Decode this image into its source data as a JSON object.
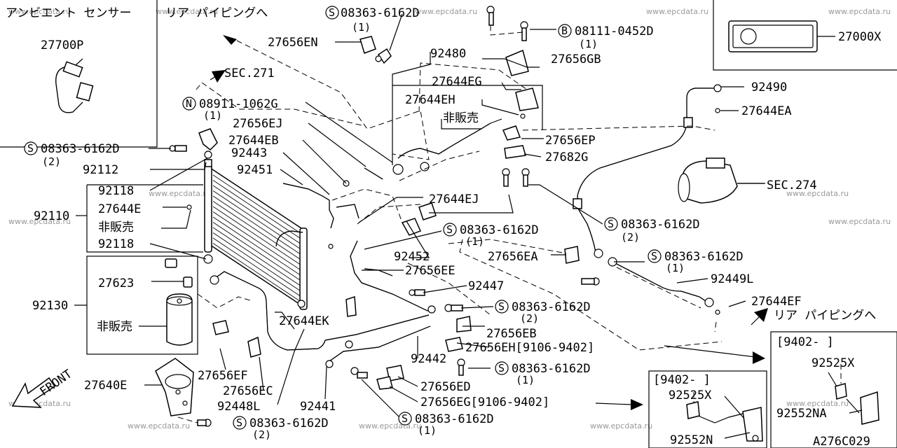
{
  "diagram": {
    "drawing_no": "A276C029",
    "watermark": "www.epcdata.ru",
    "front_label": "FRONT",
    "callouts": [
      {
        "id": "sensor_title",
        "text": "アンビエント センサー"
      },
      {
        "id": "27700P",
        "text": "27700P"
      },
      {
        "id": "rear_piping_top",
        "text": "リア パイピングへ"
      },
      {
        "id": "08363a",
        "prefix": "S",
        "text": "08363-6162D",
        "qty": "(1)"
      },
      {
        "id": "27656EN",
        "text": "27656EN"
      },
      {
        "id": "08111",
        "prefix": "B",
        "text": "08111-0452D",
        "qty": "(1)"
      },
      {
        "id": "27000X",
        "text": "27000X"
      },
      {
        "id": "92480",
        "text": "92480"
      },
      {
        "id": "27656GB",
        "text": "27656GB"
      },
      {
        "id": "sec271",
        "text": "SEC.271"
      },
      {
        "id": "27644EG",
        "text": "27644EG"
      },
      {
        "id": "92490",
        "text": "92490"
      },
      {
        "id": "08911",
        "prefix": "N",
        "text": "08911-1062G",
        "qty": "(1)"
      },
      {
        "id": "27644EH",
        "text": "27644EH"
      },
      {
        "id": "hihanbai_top",
        "text": "非販売"
      },
      {
        "id": "27644EA",
        "text": "27644EA"
      },
      {
        "id": "27656EJ",
        "text": "27656EJ"
      },
      {
        "id": "27656EP",
        "text": "27656EP"
      },
      {
        "id": "27644EB",
        "text": "27644EB"
      },
      {
        "id": "08363b",
        "prefix": "S",
        "text": "08363-6162D",
        "qty": "(2)"
      },
      {
        "id": "92443",
        "text": "92443"
      },
      {
        "id": "27682G",
        "text": "27682G"
      },
      {
        "id": "92112",
        "text": "92112"
      },
      {
        "id": "92451",
        "text": "92451"
      },
      {
        "id": "sec274",
        "text": "SEC.274"
      },
      {
        "id": "92118a",
        "text": "92118"
      },
      {
        "id": "27644EJ",
        "text": "27644EJ"
      },
      {
        "id": "27644E",
        "text": "27644E"
      },
      {
        "id": "92110",
        "text": "92110"
      },
      {
        "id": "08363c",
        "prefix": "S",
        "text": "08363-6162D",
        "qty": "(2)"
      },
      {
        "id": "hihanbai_mid",
        "text": "非販売"
      },
      {
        "id": "08363d",
        "prefix": "S",
        "text": "08363-6162D",
        "qty": "(1)"
      },
      {
        "id": "92118b",
        "text": "92118"
      },
      {
        "id": "92452",
        "text": "92452"
      },
      {
        "id": "27656EA",
        "text": "27656EA"
      },
      {
        "id": "08363e",
        "prefix": "S",
        "text": "08363-6162D",
        "qty": "(1)"
      },
      {
        "id": "27656EE",
        "text": "27656EE"
      },
      {
        "id": "27623",
        "text": "27623"
      },
      {
        "id": "92449L",
        "text": "92449L"
      },
      {
        "id": "92447",
        "text": "92447"
      },
      {
        "id": "92130",
        "text": "92130"
      },
      {
        "id": "27644EF",
        "text": "27644EF"
      },
      {
        "id": "rear_piping_right",
        "text": "リア パイピングへ"
      },
      {
        "id": "08363f",
        "prefix": "S",
        "text": "08363-6162D",
        "qty": "(2)"
      },
      {
        "id": "27644EK",
        "text": "27644EK"
      },
      {
        "id": "hihanbai_low",
        "text": "非販売"
      },
      {
        "id": "27656EB",
        "text": "27656EB"
      },
      {
        "id": "27656EH",
        "text": "27656EH[9106-9402]"
      },
      {
        "id": "9402a",
        "text": "[9402-     ]"
      },
      {
        "id": "92442",
        "text": "92442"
      },
      {
        "id": "92525X_a",
        "text": "92525X"
      },
      {
        "id": "08363g",
        "prefix": "S",
        "text": "08363-6162D",
        "qty": "(1)"
      },
      {
        "id": "27656EF",
        "text": "27656EF"
      },
      {
        "id": "9402b",
        "text": "[9402-     ]"
      },
      {
        "id": "27656ED",
        "text": "27656ED"
      },
      {
        "id": "27640E",
        "text": "27640E"
      },
      {
        "id": "27656EC",
        "text": "27656EC"
      },
      {
        "id": "92525X_b",
        "text": "92525X"
      },
      {
        "id": "27656EG",
        "text": "27656EG[9106-9402]"
      },
      {
        "id": "92448L",
        "text": "92448L"
      },
      {
        "id": "92441",
        "text": "92441"
      },
      {
        "id": "92552NA",
        "text": "92552NA"
      },
      {
        "id": "08363h",
        "prefix": "S",
        "text": "08363-6162D",
        "qty": "(2)"
      },
      {
        "id": "08363i",
        "prefix": "S",
        "text": "08363-6162D",
        "qty": "(1)"
      },
      {
        "id": "92552N",
        "text": "92552N"
      }
    ]
  }
}
